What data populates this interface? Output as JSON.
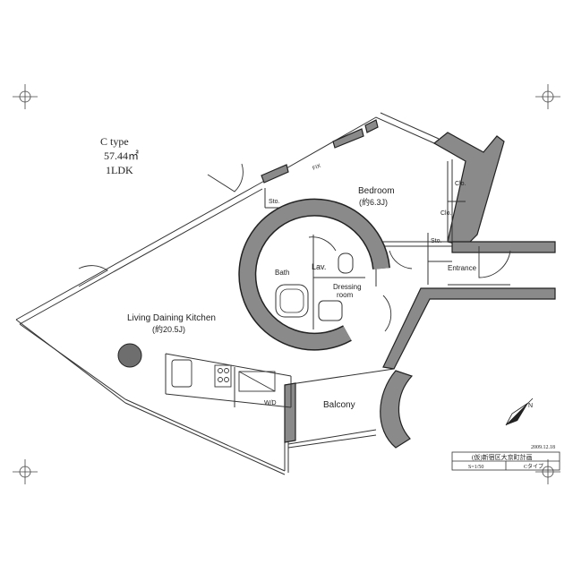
{
  "info": {
    "type": "C type",
    "area": "57.44㎡",
    "layout": "1LDK"
  },
  "rooms": {
    "bedroom": "Bedroom",
    "bedroom_size": "(約6.3J)",
    "ldk": "Living Daining Kitchen",
    "ldk_size": "(約20.5J)",
    "bath": "Bath",
    "lav": "Lav.",
    "dressing_1": "Dressing",
    "dressing_2": "room",
    "balcony": "Balcony",
    "entrance": "Entrance",
    "sto_1": "Sto.",
    "sto_2": "Sto.",
    "clo_1": "Clo.",
    "clo_2": "Clo.",
    "wd": "W/D",
    "fix": "FIX"
  },
  "titleblock": {
    "date": "2009.12.18",
    "project": "(仮)新宿区大京町計画",
    "scale": "S=1/50",
    "plan_type": "Cタイプ"
  },
  "compass_label": "N"
}
